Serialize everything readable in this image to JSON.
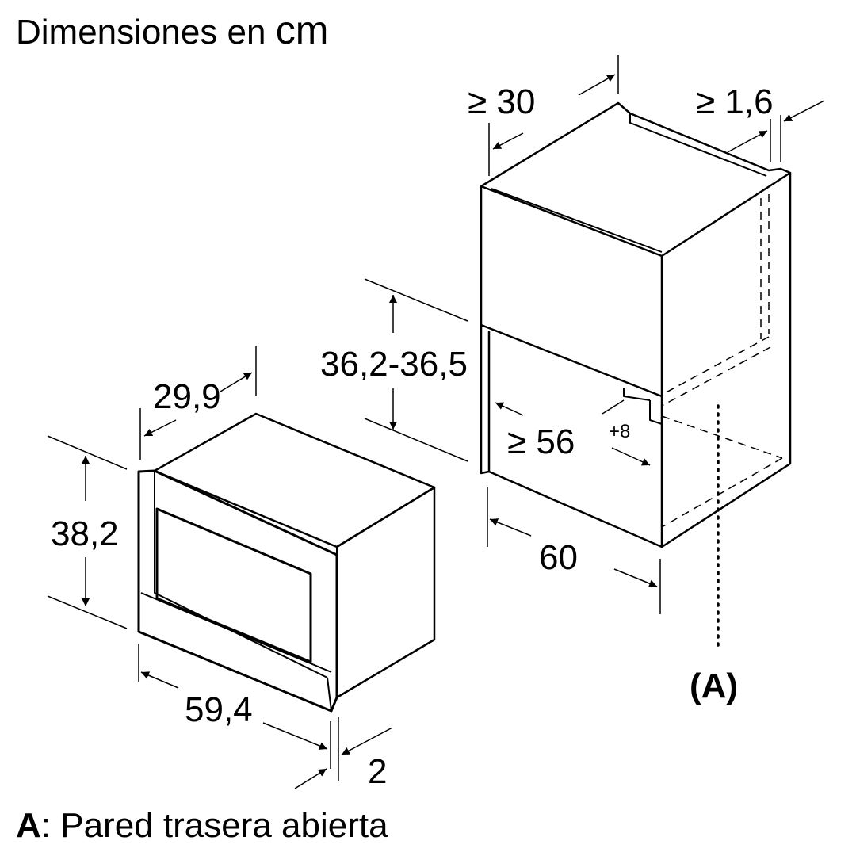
{
  "title": {
    "text": "Dimensiones en",
    "unit": "cm"
  },
  "appliance": {
    "width": "59,4",
    "height": "38,2",
    "depth": "29,9",
    "front_panel_thickness": "2"
  },
  "cabinet": {
    "min_depth": "≥ 30",
    "min_rear_gap": "≥ 1,6",
    "niche_height": "36,2-36,5",
    "niche_width": "≥ 56",
    "niche_width_tolerance": "+8",
    "cabinet_width": "60"
  },
  "callout": {
    "label": "(A)"
  },
  "legend": {
    "key": "A",
    "separator": ":",
    "text": " Pared trasera abierta"
  },
  "colors": {
    "line": "#000000",
    "background": "#ffffff"
  }
}
